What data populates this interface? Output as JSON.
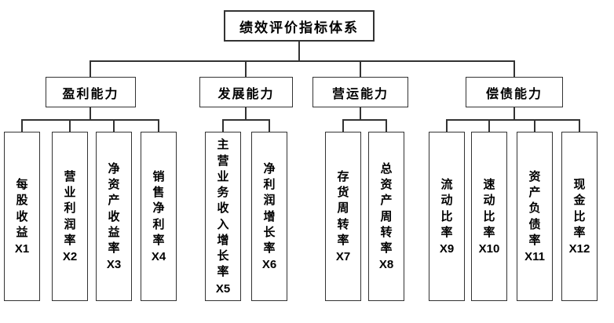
{
  "diagram": {
    "title": "绩效评价指标体系",
    "colors": {
      "background": "#ffffff",
      "line": "#333333",
      "border": "#333333",
      "text": "#000000"
    },
    "categories": [
      {
        "label": "盈利能力",
        "indicators": [
          {
            "name": "每股收益",
            "code": "X1"
          },
          {
            "name": "营业利润率",
            "code": "X2"
          },
          {
            "name": "净资产收益率",
            "code": "X3"
          },
          {
            "name": "销售净利率",
            "code": "X4"
          }
        ]
      },
      {
        "label": "发展能力",
        "indicators": [
          {
            "name": "主营业务收入增长率",
            "code": "X5"
          },
          {
            "name": "净利润增长率",
            "code": "X6"
          }
        ]
      },
      {
        "label": "营运能力",
        "indicators": [
          {
            "name": "存货周转率",
            "code": "X7"
          },
          {
            "name": "总资产周转率",
            "code": "X8"
          }
        ]
      },
      {
        "label": "偿债能力",
        "indicators": [
          {
            "name": "流动比率",
            "code": "X9"
          },
          {
            "name": "速动比率",
            "code": "X10"
          },
          {
            "name": "资产负债率",
            "code": "X11"
          },
          {
            "name": "现金比率",
            "code": "X12"
          }
        ]
      }
    ]
  }
}
